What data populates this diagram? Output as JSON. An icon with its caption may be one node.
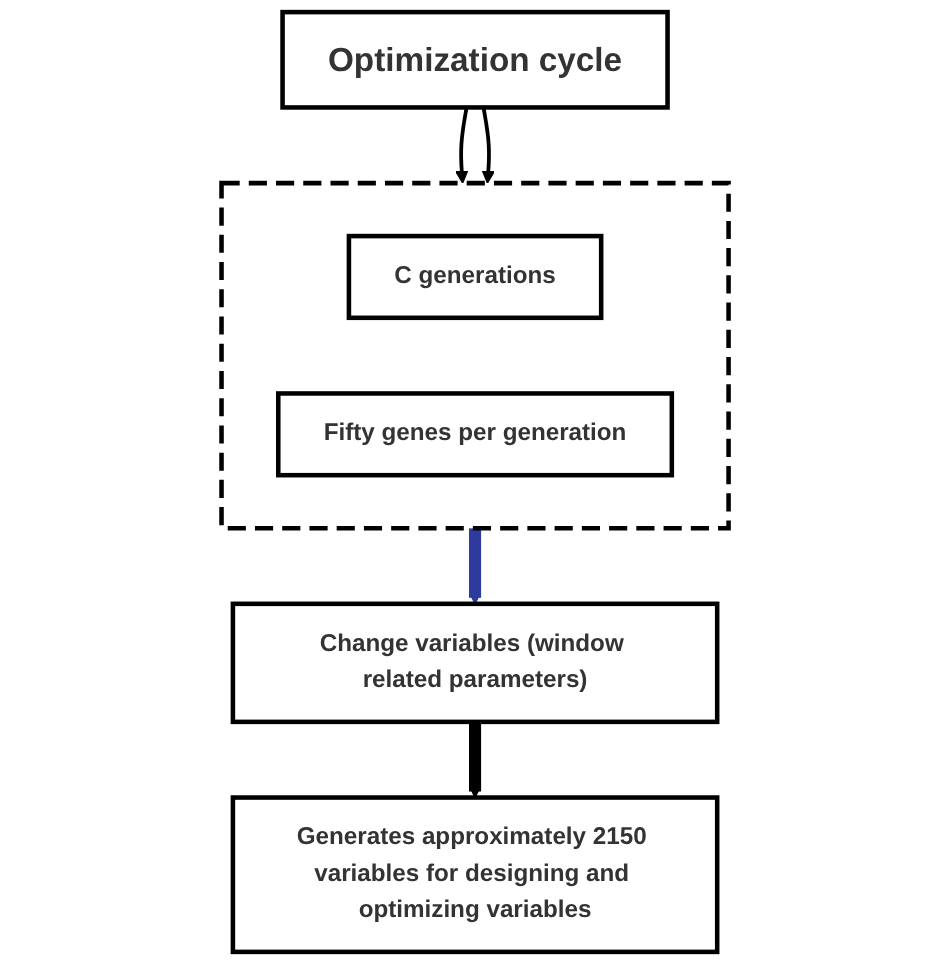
{
  "diagram": {
    "nodes": [
      {
        "text": [
          "Optimization cycle"
        ]
      },
      {
        "text": [],
        "shape": "box"
      },
      {
        "text": [
          "C generations"
        ],
        "in": 1
      },
      {
        "text": [
          "Fifty genes per generation"
        ],
        "in": 1
      },
      {
        "text": [
          "Change variables (window related parameters)"
        ]
      },
      {
        "text": [
          "Generates approximately 2150 variables for designing and optimizing variables"
        ]
      }
    ],
    "edges": [
      {
        "from": 0,
        "to": 1,
        "arrow": "to"
      },
      {
        "from": 0,
        "to": 1,
        "arrow": "to"
      },
      {
        "from": 1,
        "to": 4,
        "arrow": "to",
        "style": "thick",
        "color": "#2e3b9c"
      },
      {
        "from": 4,
        "to": 5,
        "arrow": "to",
        "style": "thick"
      }
    ]
  }
}
